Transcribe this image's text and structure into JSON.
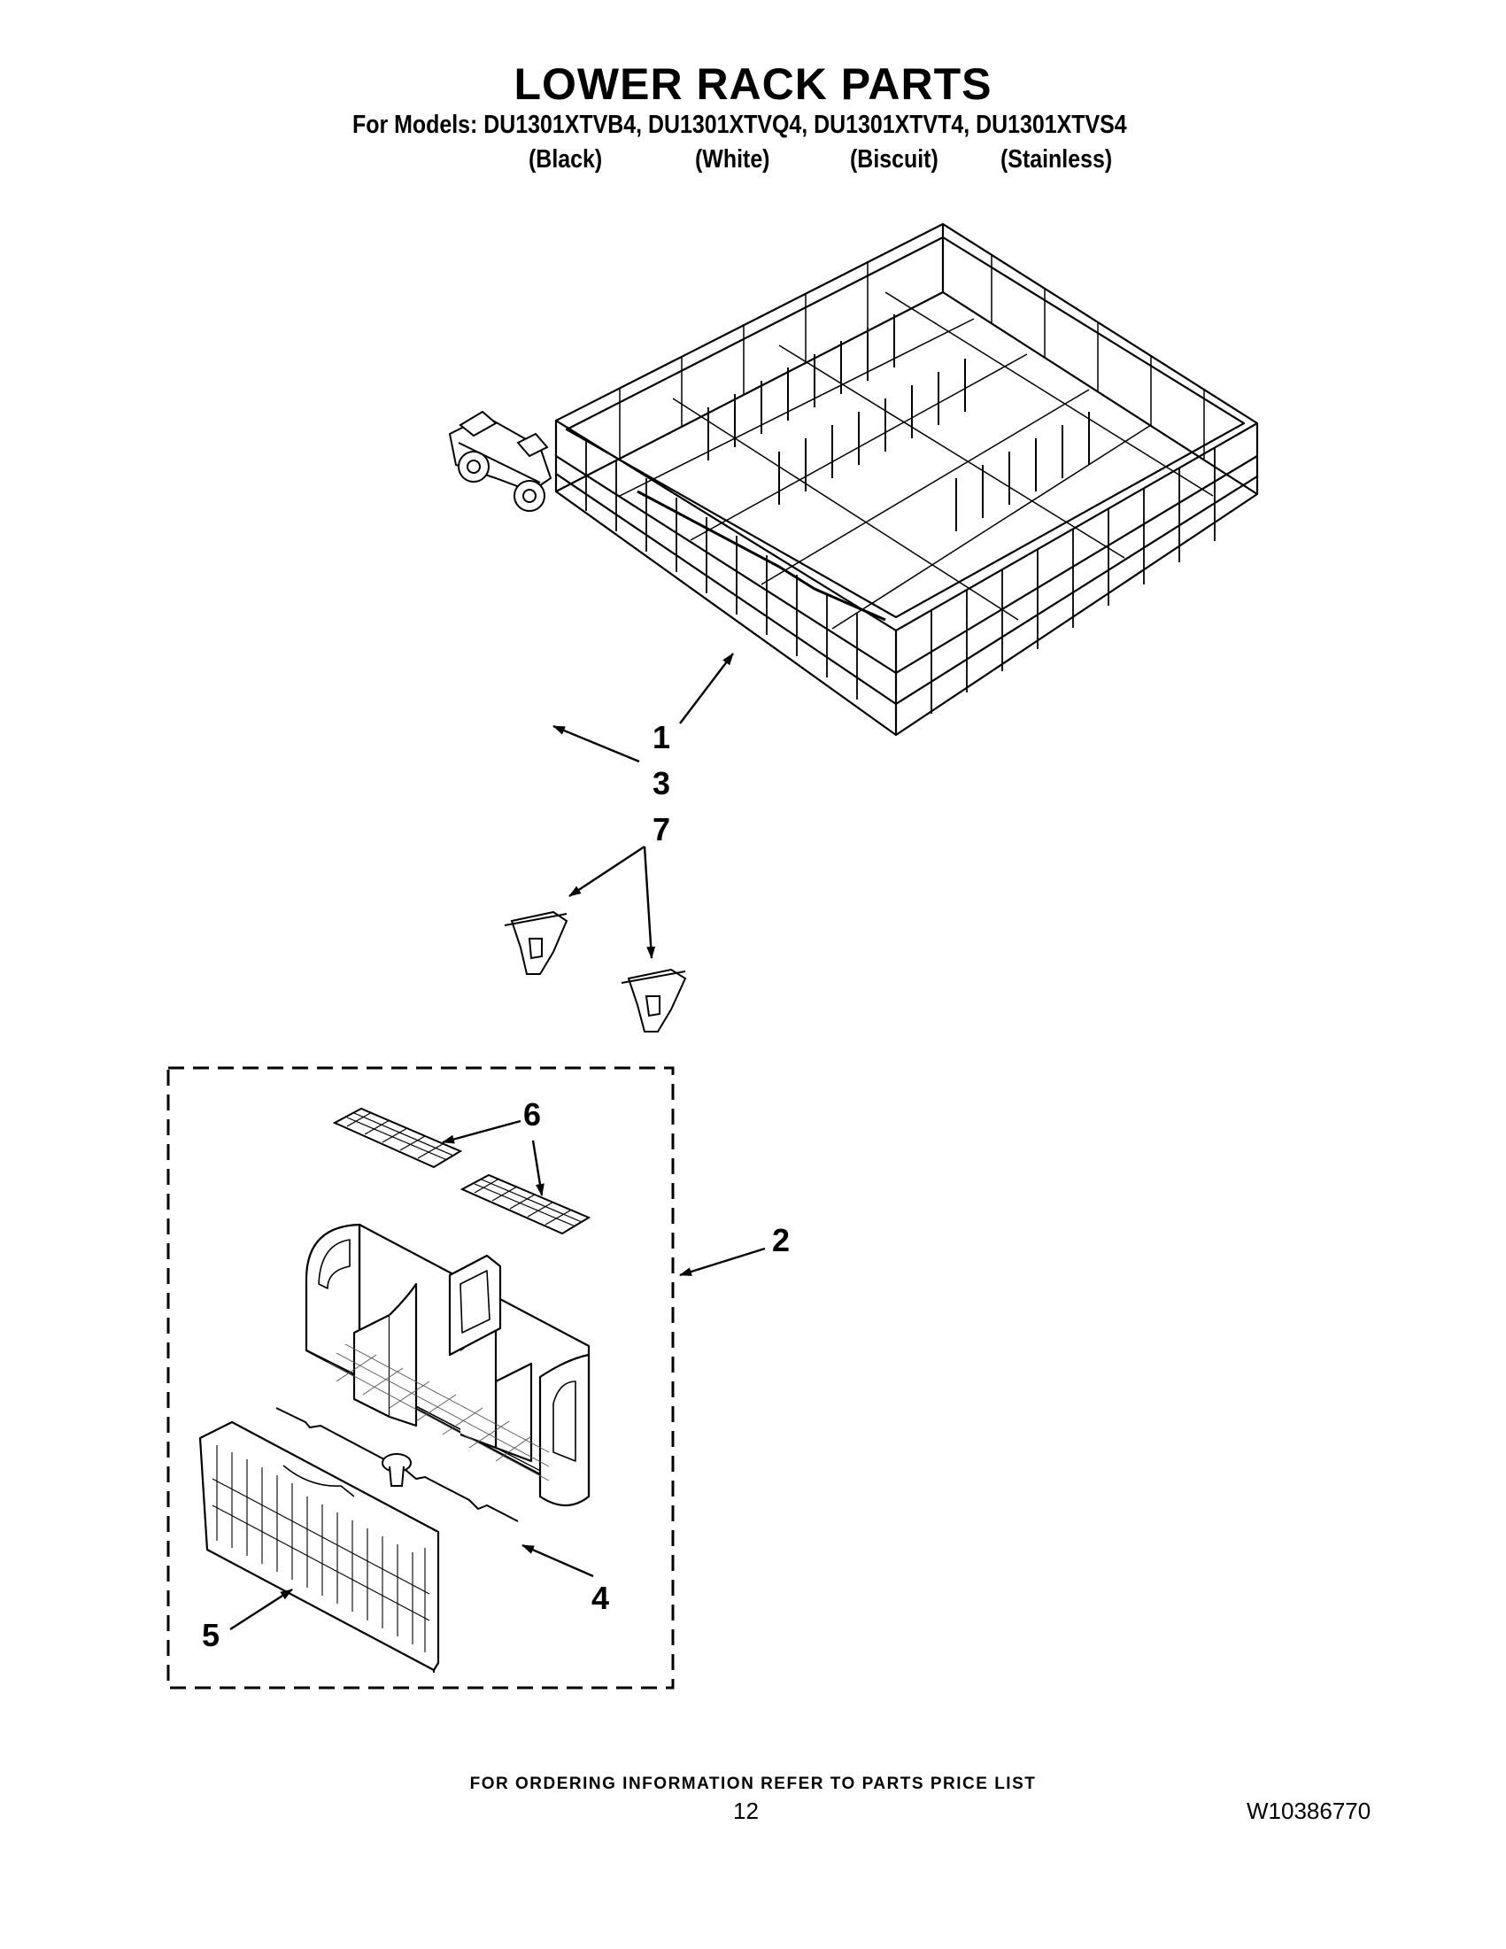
{
  "header": {
    "title": "LOWER RACK PARTS",
    "models_line": "For Models: DU1301XTVB4, DU1301XTVQ4, DU1301XTVT4, DU1301XTVS4",
    "colors": [
      "(Black)",
      "(White)",
      "(Biscuit)",
      "(Stainless)"
    ]
  },
  "callouts": [
    "1",
    "2",
    "3",
    "4",
    "5",
    "6",
    "7"
  ],
  "footer": {
    "note": "FOR ORDERING INFORMATION REFER TO PARTS PRICE LIST",
    "page_number": "12",
    "doc_id": "W10386770"
  },
  "colors": {
    "ink": "#000000",
    "paper": "#ffffff",
    "grid": "#555555"
  }
}
